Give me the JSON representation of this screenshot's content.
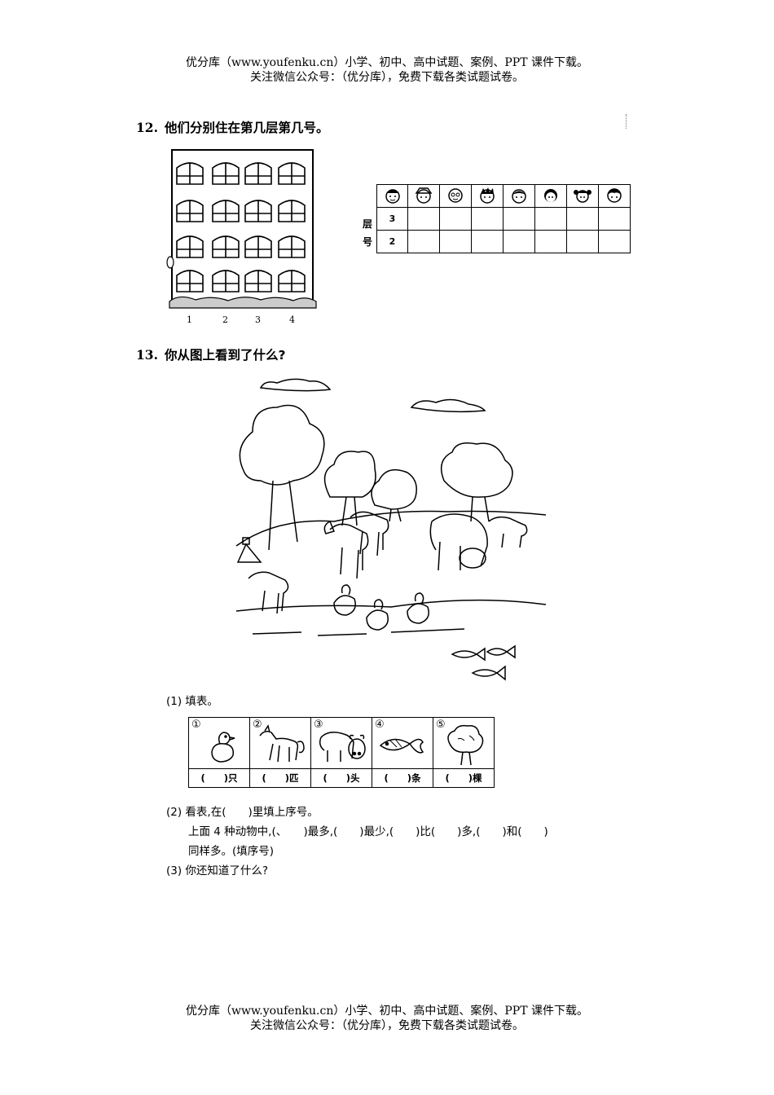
{
  "header": {
    "line1": "优分库（www.youfenku.cn）小学、初中、高中试题、案例、PPT 课件下载。",
    "line2": "关注微信公众号：（优分库），免费下载各类试题试卷。"
  },
  "footer": {
    "line1": "优分库（www.youfenku.cn）小学、初中、高中试题、案例、PPT 课件下载。",
    "line2": "关注微信公众号：（优分库），免费下载各类试题试卷。"
  },
  "q12": {
    "number": "12.",
    "title": "他们分别住在第几层第几号。",
    "building_columns": [
      "1",
      "2",
      "3",
      "4"
    ],
    "table_side_labels": [
      "层",
      "号"
    ],
    "table_row_labels": [
      "3",
      "2"
    ]
  },
  "q13": {
    "number": "13.",
    "title": "你从图上看到了什么?",
    "part1_label": "(1) 填表。",
    "count_items": [
      {
        "marker": "①",
        "icon": "duck-icon",
        "unit": "(　　)只"
      },
      {
        "marker": "②",
        "icon": "horse-icon",
        "unit": "(　　)匹"
      },
      {
        "marker": "③",
        "icon": "cow-icon",
        "unit": "(　　)头"
      },
      {
        "marker": "④",
        "icon": "fish-icon",
        "unit": "(　　)条"
      },
      {
        "marker": "⑤",
        "icon": "tree-icon",
        "unit": "(　　)棵"
      }
    ],
    "part2_label": "(2) 看表,在(　　)里填上序号。",
    "part2_line1": "上面 4 种动物中,(、　　)最多,(　　)最少,(　　)比(　　)多,(　　)和(　　)",
    "part2_line2": "同样多。(填序号)",
    "part3_label": "(3) 你还知道了什么?"
  }
}
